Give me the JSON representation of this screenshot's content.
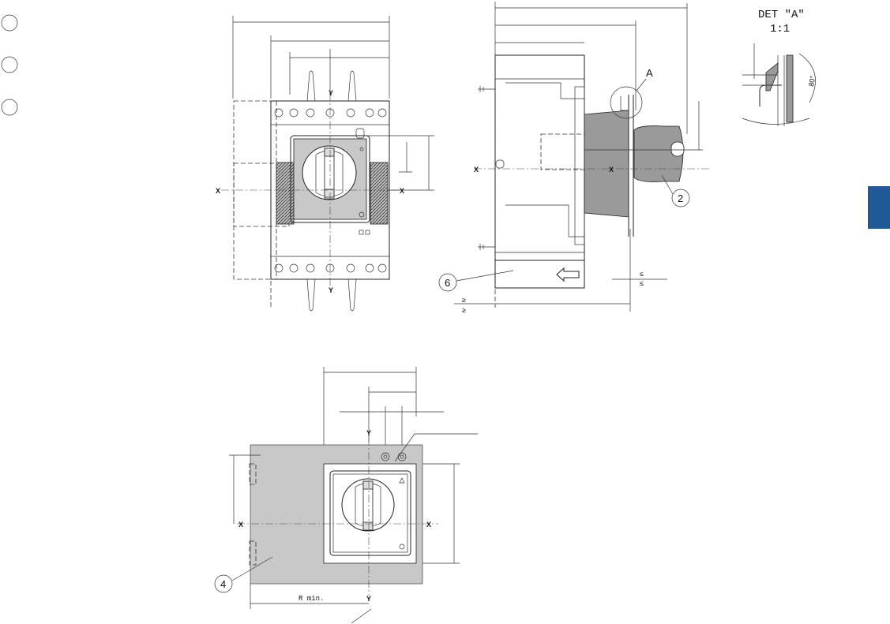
{
  "labels": {
    "axis_x": "X",
    "axis_y": "Y",
    "detail_ref": "A",
    "detail_title": "DET \"A\"",
    "detail_scale": "1:1",
    "detail_angle": "80°",
    "callout_2": "2",
    "callout_4": "4",
    "callout_6": "6",
    "ge": "≥",
    "le": "≤",
    "r_min": "R min."
  },
  "colors": {
    "line": "#222222",
    "gray_fill": "#c8c8c8",
    "mid_gray": "#9a9a9a",
    "dark_gray": "#6a6a6a",
    "tab_blue": "#1f5a96"
  }
}
